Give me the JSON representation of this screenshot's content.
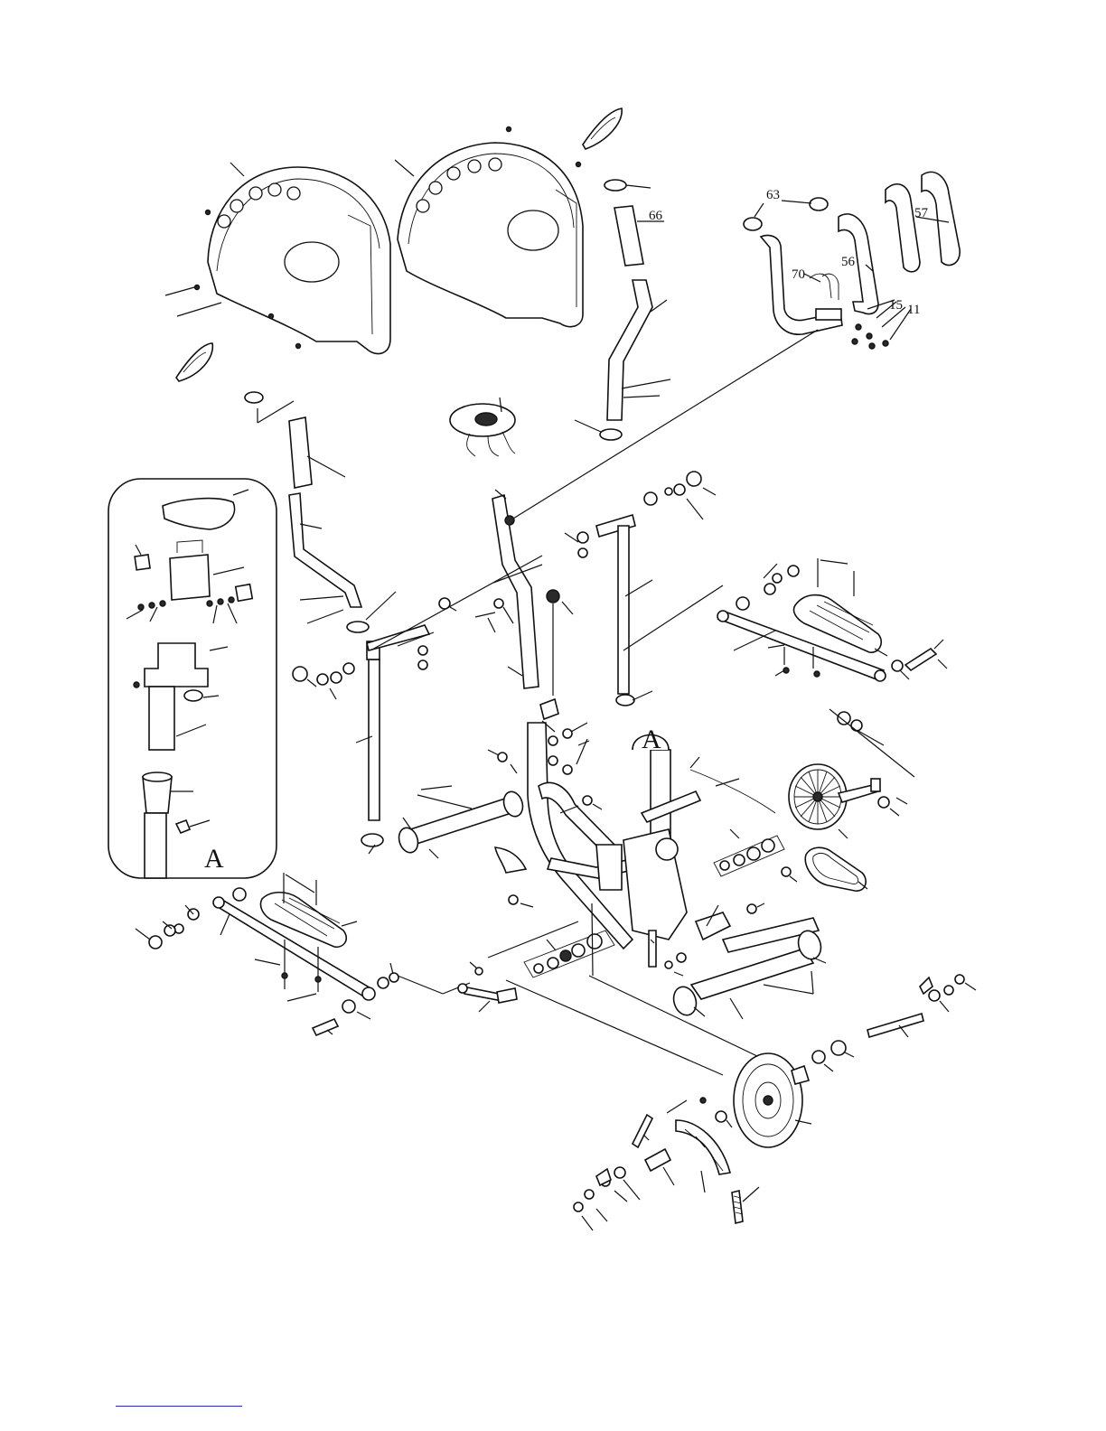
{
  "diagram": {
    "part_labels": [
      "63",
      "66",
      "57",
      "56",
      "70",
      "15",
      "11"
    ],
    "inset_label_main": "A",
    "inset_label_frame": "A"
  },
  "colors": {
    "ink": "#111111",
    "rule": "#2a2ad0"
  }
}
